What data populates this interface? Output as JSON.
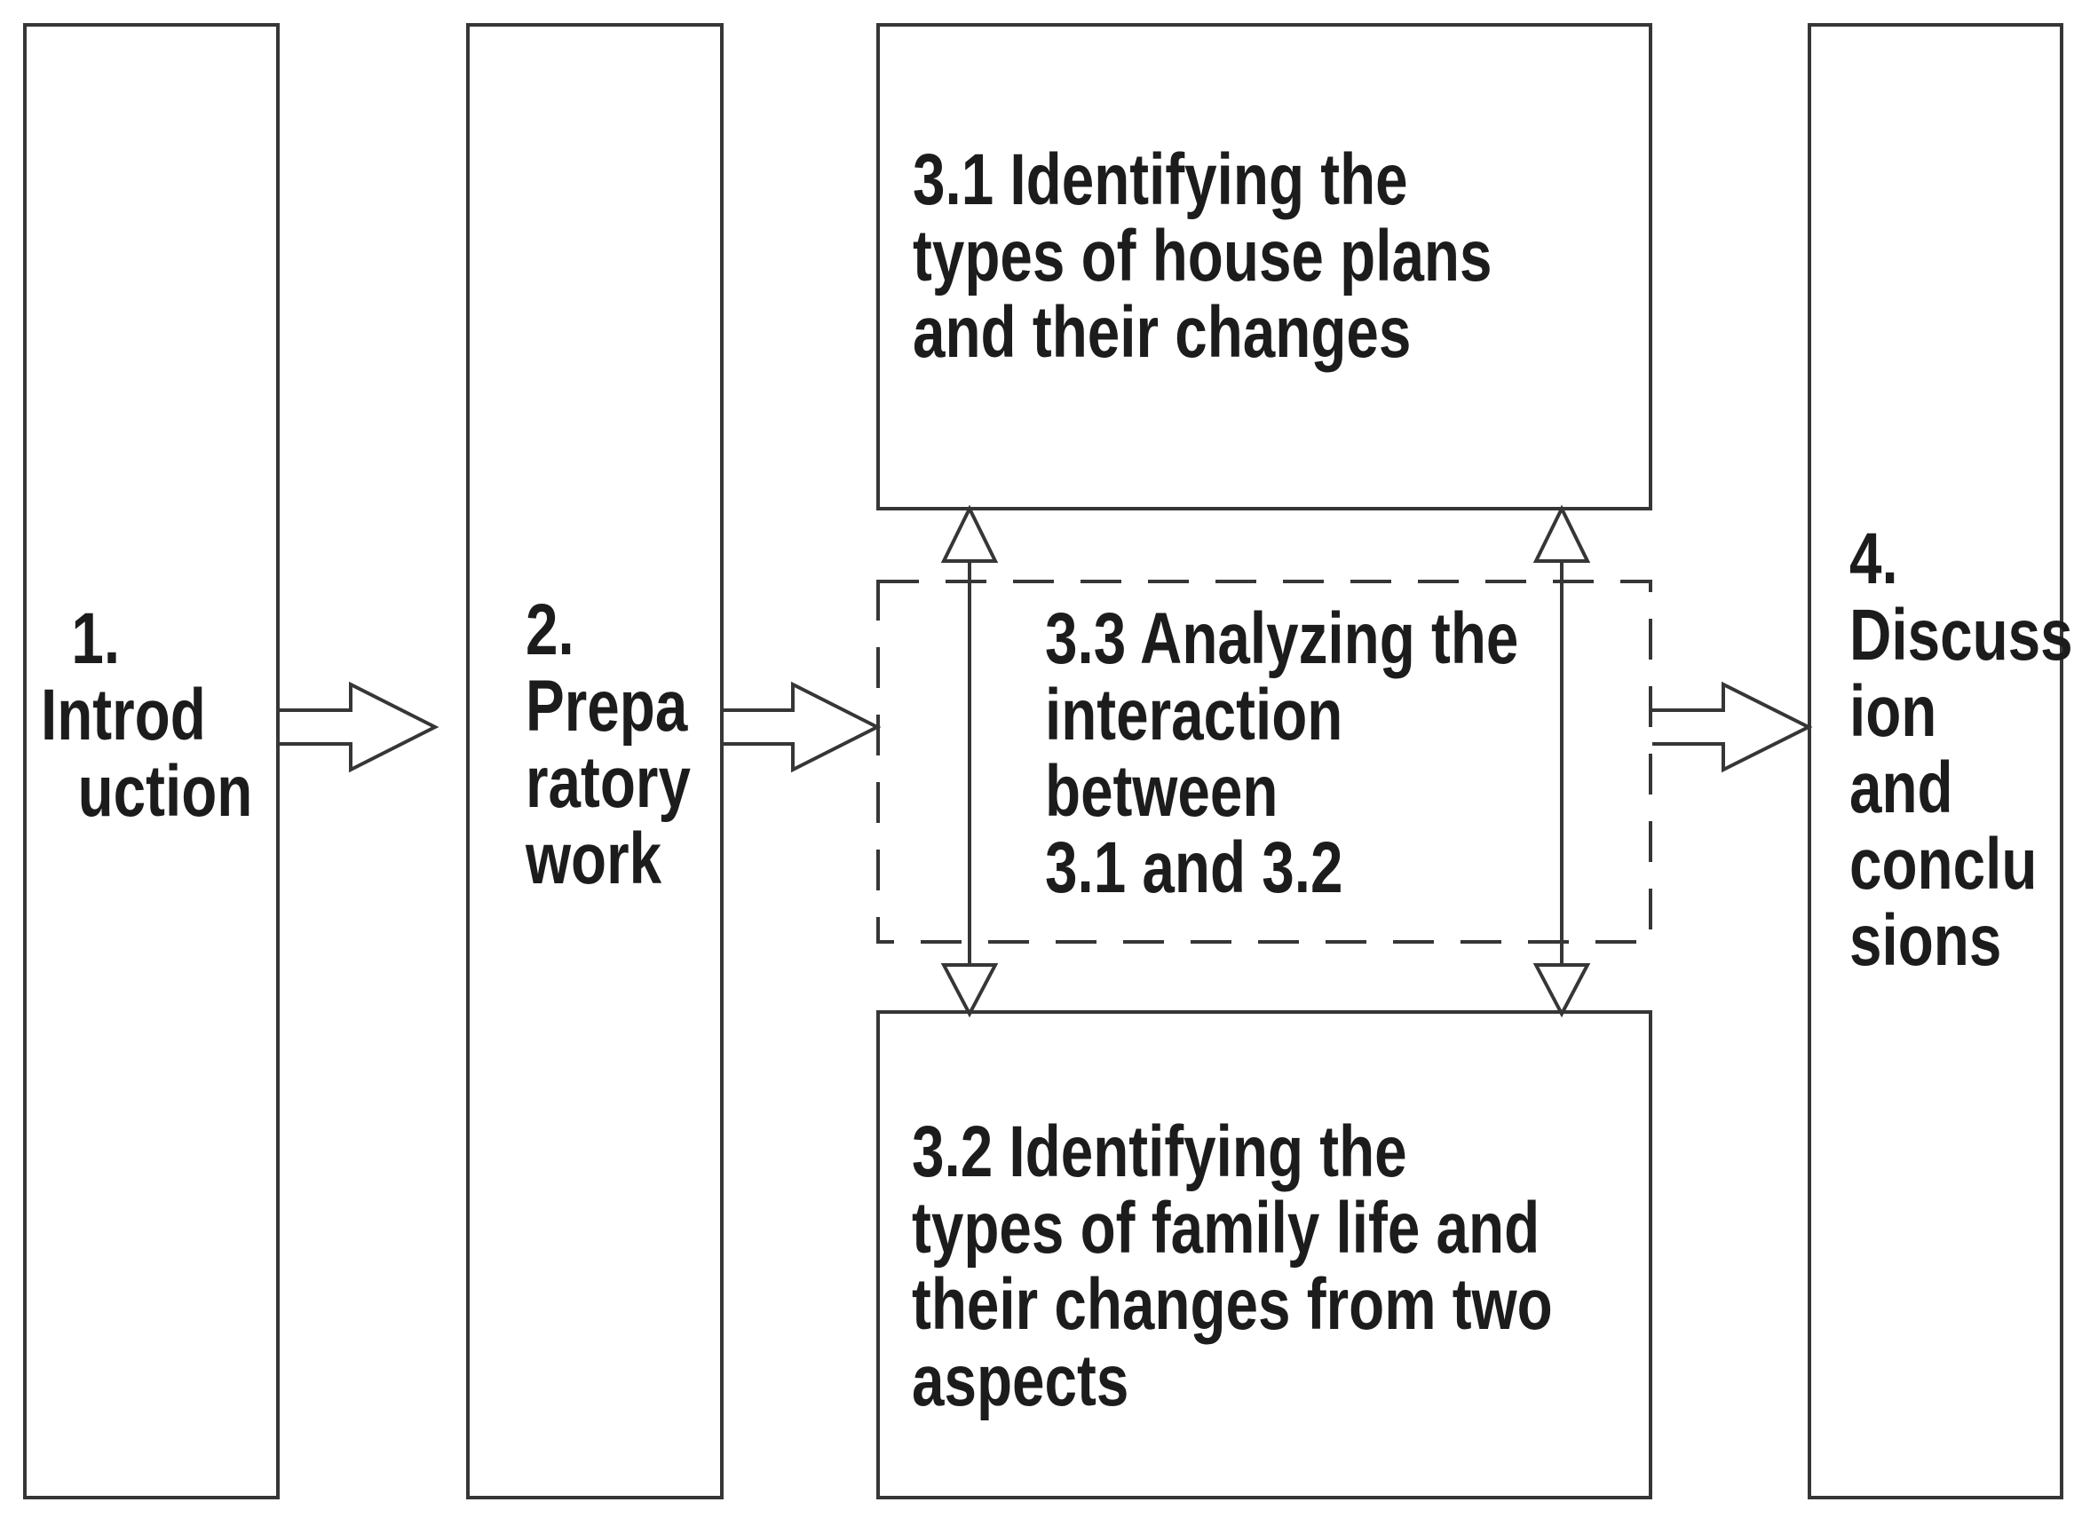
{
  "diagram": {
    "title_visible": false,
    "colors": {
      "stroke": "#363636",
      "text": "#1c1c1c",
      "background": "#ffffff"
    },
    "boxes": {
      "intro": {
        "lines": [
          "1.",
          "Introd",
          "uction"
        ]
      },
      "prep": {
        "lines": [
          "2.",
          "Prepa",
          "ratory",
          "work"
        ]
      },
      "sec31": {
        "lines": [
          "3.1 Identifying the",
          "types of house plans",
          "and their changes"
        ]
      },
      "sec33": {
        "lines": [
          "3.3 Analyzing the",
          "interaction",
          "between",
          "3.1 and 3.2"
        ]
      },
      "sec32": {
        "lines": [
          "3.2 Identifying the",
          "types of family life and",
          "their changes from two",
          "aspects"
        ]
      },
      "conclusion": {
        "lines": [
          "4.",
          "Discuss",
          "ion",
          "and",
          "conclu",
          "sions"
        ]
      }
    },
    "connectors": {
      "arrow_intro_to_prep": "hollow-right-arrow-icon",
      "arrow_prep_to_sec33": "hollow-right-arrow-icon",
      "arrow_sec33_to_conclusion": "hollow-right-arrow-icon",
      "double_arrow_left": "hollow-vertical-double-arrow-icon",
      "double_arrow_right": "hollow-vertical-double-arrow-icon",
      "sec33_border": "dashed-rectangle"
    }
  }
}
